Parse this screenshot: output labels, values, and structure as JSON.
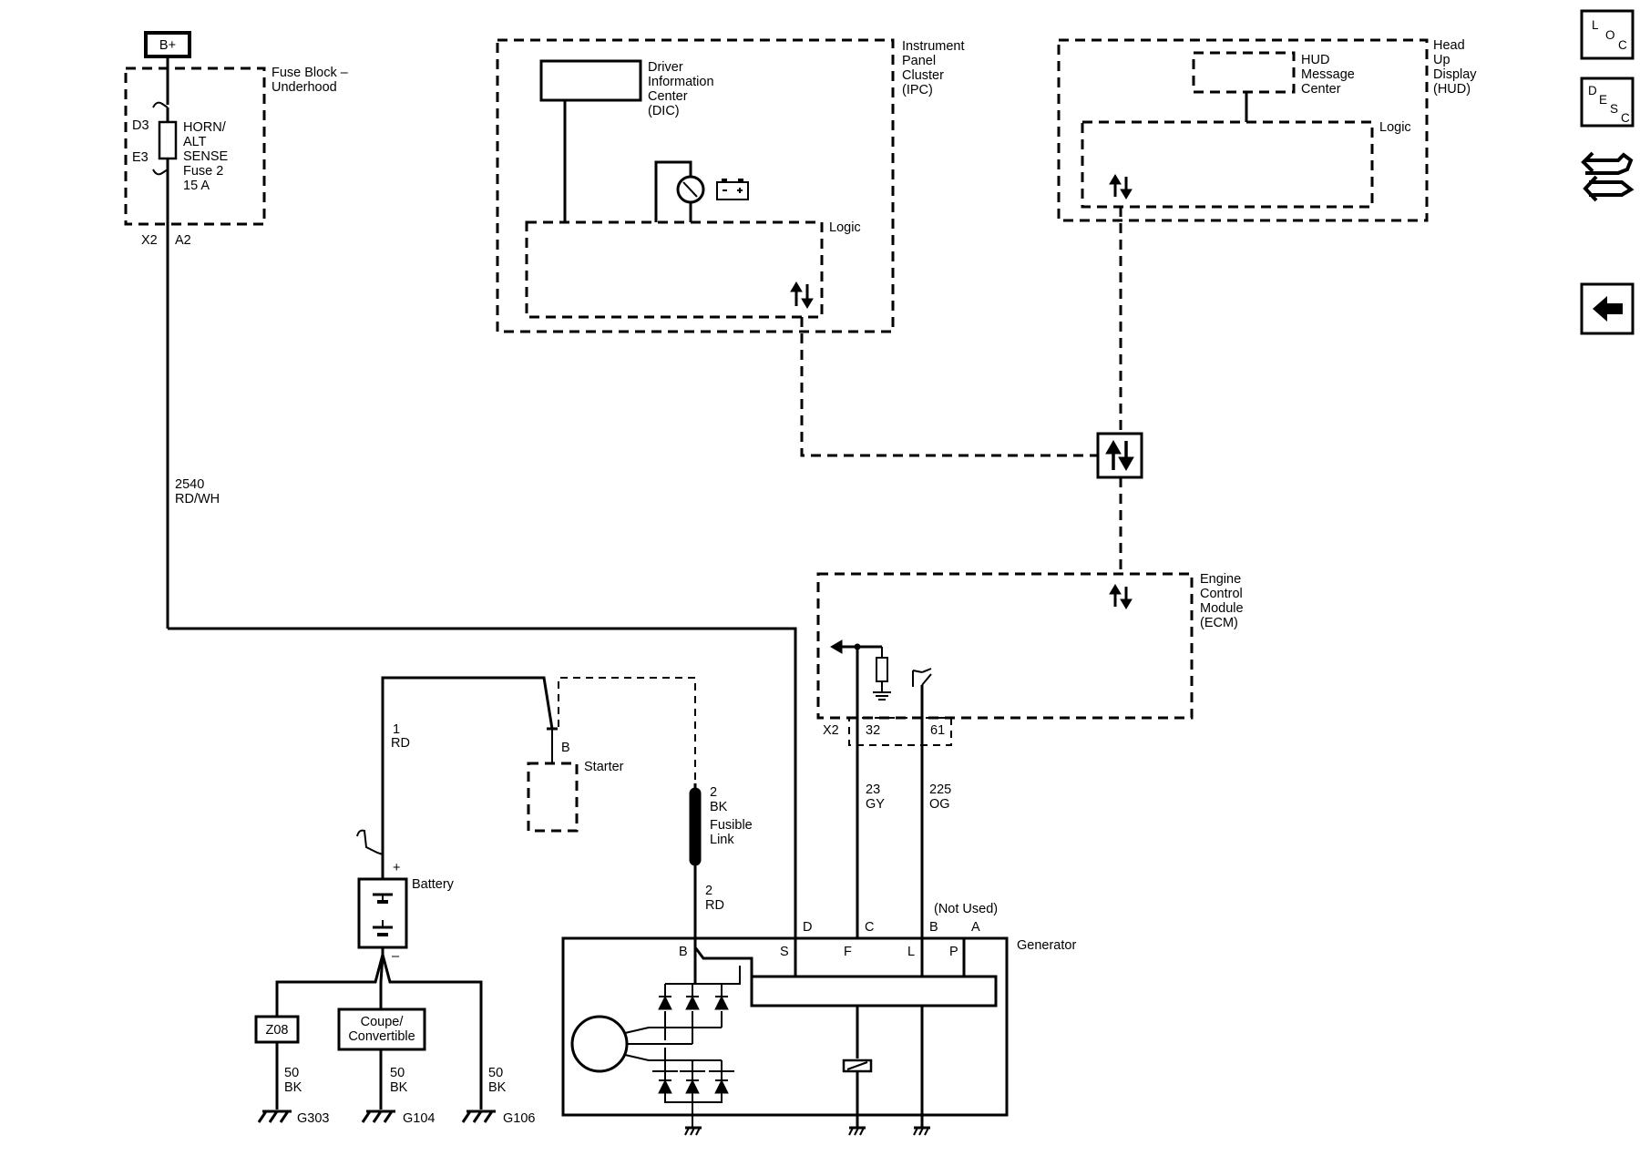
{
  "power": {
    "b_plus": "B+"
  },
  "fuse_block": {
    "title_l1": "Fuse Block –",
    "title_l2": "Underhood",
    "pin_d3": "D3",
    "pin_e3": "E3",
    "fuse_l1": "HORN/",
    "fuse_l2": "ALT",
    "fuse_l3": "SENSE",
    "fuse_l4": "Fuse 2",
    "fuse_l5": "15 A",
    "conn_x2": "X2",
    "conn_a2": "A2"
  },
  "wires": {
    "w2540_num": "2540",
    "w2540_color": "RD/WH",
    "w1_num": "1",
    "w1_color": "RD",
    "w2bk_num": "2",
    "w2bk_color": "BK",
    "fusible_l1": "Fusible",
    "fusible_l2": "Link",
    "w2rd_num": "2",
    "w2rd_color": "RD",
    "w23_num": "23",
    "w23_color": "GY",
    "w225_num": "225",
    "w225_color": "OG",
    "g1_num": "50",
    "g1_color": "BK",
    "g2_num": "50",
    "g2_color": "BK",
    "g3_num": "50",
    "g3_color": "BK"
  },
  "ipc": {
    "title_l1": "Instrument",
    "title_l2": "Panel",
    "title_l3": "Cluster",
    "title_l4": "(IPC)",
    "dic_l1": "Driver",
    "dic_l2": "Information",
    "dic_l3": "Center",
    "dic_l4": "(DIC)",
    "logic": "Logic"
  },
  "hud": {
    "title_l1": "Head",
    "title_l2": "Up",
    "title_l3": "Display",
    "title_l4": "(HUD)",
    "msg_l1": "HUD",
    "msg_l2": "Message",
    "msg_l3": "Center",
    "logic": "Logic"
  },
  "ecm": {
    "title_l1": "Engine",
    "title_l2": "Control",
    "title_l3": "Module",
    "title_l4": "(ECM)",
    "conn_x2": "X2",
    "pin_32": "32",
    "pin_61": "61"
  },
  "starter": {
    "label": "Starter",
    "pin_b": "B"
  },
  "battery": {
    "label": "Battery",
    "plus": "+",
    "minus": "–"
  },
  "options": {
    "z08": "Z08",
    "coupe_l1": "Coupe/",
    "coupe_l2": "Convertible"
  },
  "grounds": {
    "g303": "G303",
    "g104": "G104",
    "g106": "G106"
  },
  "generator": {
    "label": "Generator",
    "not_used": "(Not Used)",
    "term_d": "D",
    "term_c": "C",
    "term_b": "B",
    "term_a": "A",
    "int_b": "B",
    "int_s": "S",
    "int_f": "F",
    "int_l": "L",
    "int_p": "P"
  },
  "nav": [
    {
      "id": "loc",
      "letters": [
        "L",
        "O",
        "C"
      ]
    },
    {
      "id": "desc",
      "letters": [
        "D",
        "E",
        "S",
        "C"
      ]
    },
    {
      "id": "tools",
      "icon": "wrench-arrows-icon"
    },
    {
      "id": "back",
      "icon": "back-arrow-icon"
    }
  ]
}
